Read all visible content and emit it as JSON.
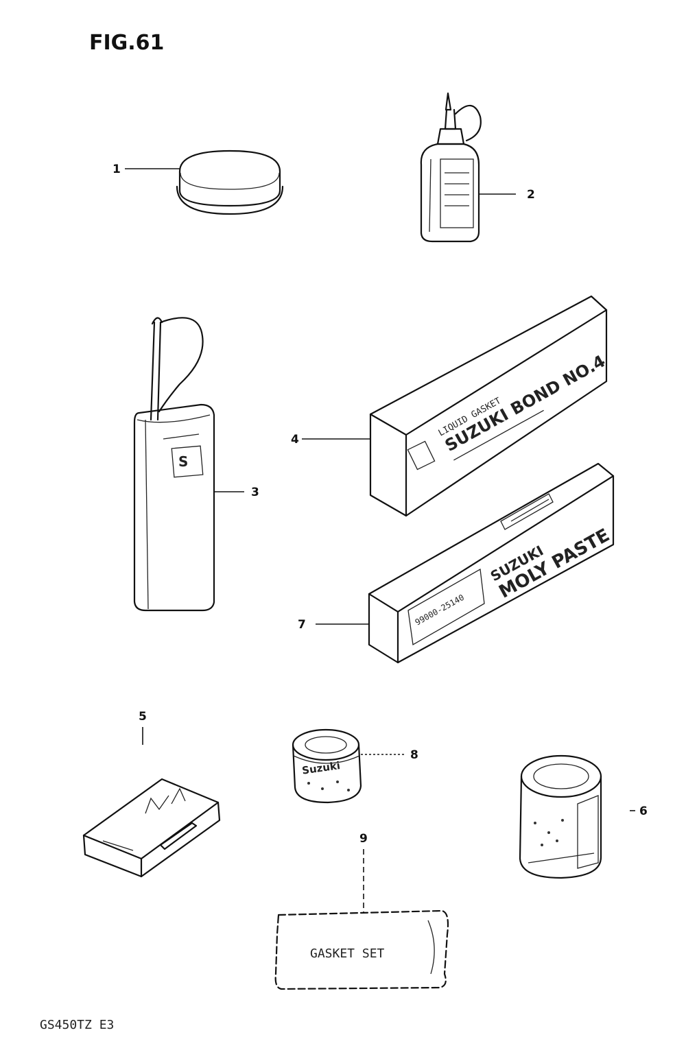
{
  "figure": {
    "title": "FIG.61",
    "model_code": "GS450TZ  E3"
  },
  "callouts": {
    "c1": "1",
    "c2": "2",
    "c3": "3",
    "c4": "4",
    "c5": "5",
    "c6": "6",
    "c7": "7",
    "c8": "8",
    "c9": "9"
  },
  "labels": {
    "gasket_set": "GASKET SET",
    "bond_line1": "LIQUID GASKET",
    "bond_line2": "SUZUKI BOND NO.4",
    "moly_line1": "SUZUKI",
    "moly_line2": "MOLY PASTE",
    "moly_partno": "99000-25140",
    "can8_brand": "Suzuki"
  }
}
